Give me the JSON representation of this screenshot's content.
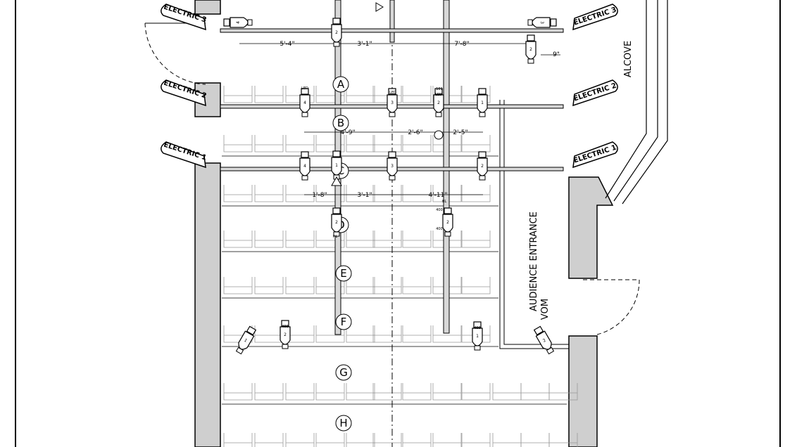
{
  "electrics": [
    {
      "name": "ELECTRIC 3"
    },
    {
      "name": "ELECTRIC 2"
    },
    {
      "name": "ELECTRIC 1"
    }
  ],
  "rows": [
    "A",
    "B",
    "C",
    "D",
    "E",
    "F",
    "G",
    "H"
  ],
  "dimensions": {
    "e3": [
      "5'-4\"",
      "3'-1\"",
      "7'-8\"",
      "9\""
    ],
    "e2": [
      "4'-9\"",
      "2'-6\"",
      "2'-5\""
    ],
    "e1": [
      "1'-8\"",
      "3'-1\"",
      "4'-11\""
    ]
  },
  "labels": {
    "alcove": "ALCOVE",
    "vom_line1": "AUDIENCE ENTRANCE",
    "vom_line2": "VOM"
  },
  "fixture_numbers": [
    "4",
    "3",
    "2",
    "1",
    "2",
    "4",
    "3",
    "2",
    "1",
    "4",
    "3",
    "2",
    "1",
    "2",
    "2",
    "2",
    "2",
    "1"
  ],
  "fixture_tags": [
    "LED",
    "LED",
    "LED",
    "400",
    "400",
    "400",
    "400",
    "HL",
    "HL",
    "101"
  ]
}
